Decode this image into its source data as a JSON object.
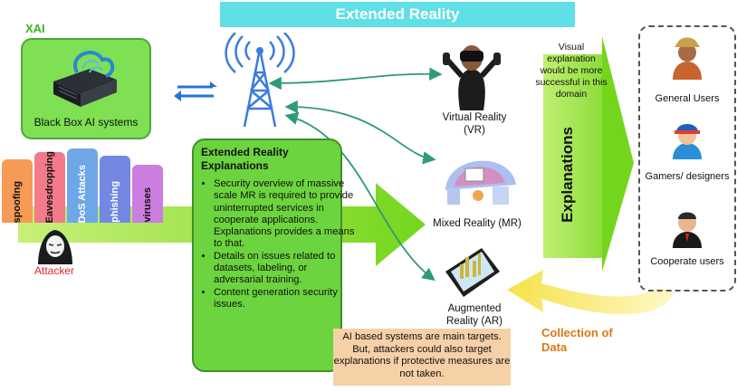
{
  "banner": {
    "title": "Extended Reality"
  },
  "xai": {
    "label": "XAI",
    "caption": "Black Box AI systems"
  },
  "attacks": [
    {
      "label": "spoofing",
      "color": "#f79a55"
    },
    {
      "label": "Eavesdropping",
      "color": "#f27a8a"
    },
    {
      "label": "DoS Attacks",
      "color": "#6ea7e8"
    },
    {
      "label": "phishing",
      "color": "#7387e3"
    },
    {
      "label": "viruses",
      "color": "#cc7de0"
    }
  ],
  "attacker": {
    "label": "Attacker"
  },
  "xr_explanations": {
    "title": "Extended Reality Explanations",
    "items": [
      "Security overview of massive scale MR is required to provide uninterrupted services in cooperate applications. Explanations provides a means to that.",
      "Details on issues related to datasets, labeling, or adversarial training.",
      "Content generation security issues."
    ]
  },
  "realities": {
    "vr": "Virtual Reality (VR)",
    "mr": "Mixed Reality (MR)",
    "ar": "Augmented Reality (AR)"
  },
  "visual_note": "Visual explanation would be more successful in this domain",
  "explanations_label": "Explanations",
  "users": [
    {
      "label": "General Users"
    },
    {
      "label": "Gamers/ designers"
    },
    {
      "label": "Cooperate users"
    }
  ],
  "collection_label": "Collection of Data",
  "note": "AI based systems are main targets. But, attackers could also target explanations if protective measures are not taken.",
  "colors": {
    "banner": "#5fdfe6",
    "green": "#7ee052",
    "arrow_teal": "#2e9a78",
    "attacker_text": "#e0252b",
    "collection_text": "#d97818",
    "note_bg": "#f6d0a6"
  }
}
